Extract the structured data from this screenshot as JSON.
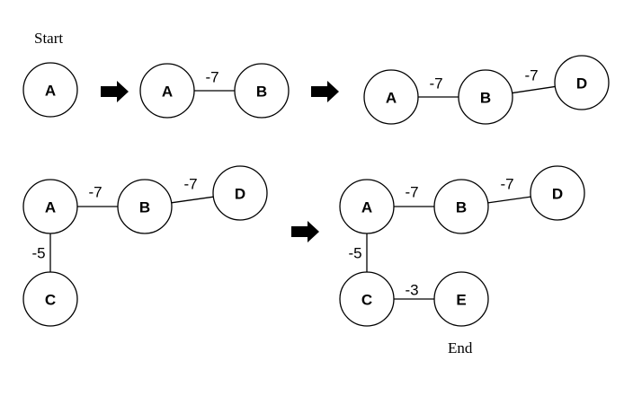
{
  "labels": {
    "start": "Start",
    "end": "End"
  },
  "steps": [
    {
      "id": "step-1",
      "nodes": [
        {
          "id": "A",
          "label": "A"
        }
      ],
      "edges": []
    },
    {
      "id": "step-2",
      "nodes": [
        {
          "id": "A",
          "label": "A"
        },
        {
          "id": "B",
          "label": "B"
        }
      ],
      "edges": [
        {
          "from": "A",
          "to": "B",
          "weight": "-7"
        }
      ]
    },
    {
      "id": "step-3",
      "nodes": [
        {
          "id": "A",
          "label": "A"
        },
        {
          "id": "B",
          "label": "B"
        },
        {
          "id": "D",
          "label": "D"
        }
      ],
      "edges": [
        {
          "from": "A",
          "to": "B",
          "weight": "-7"
        },
        {
          "from": "B",
          "to": "D",
          "weight": "-7"
        }
      ]
    },
    {
      "id": "step-4",
      "nodes": [
        {
          "id": "A",
          "label": "A"
        },
        {
          "id": "B",
          "label": "B"
        },
        {
          "id": "D",
          "label": "D"
        },
        {
          "id": "C",
          "label": "C"
        }
      ],
      "edges": [
        {
          "from": "A",
          "to": "B",
          "weight": "-7"
        },
        {
          "from": "B",
          "to": "D",
          "weight": "-7"
        },
        {
          "from": "A",
          "to": "C",
          "weight": "-5"
        }
      ]
    },
    {
      "id": "step-5",
      "nodes": [
        {
          "id": "A",
          "label": "A"
        },
        {
          "id": "B",
          "label": "B"
        },
        {
          "id": "D",
          "label": "D"
        },
        {
          "id": "C",
          "label": "C"
        },
        {
          "id": "E",
          "label": "E"
        }
      ],
      "edges": [
        {
          "from": "A",
          "to": "B",
          "weight": "-7"
        },
        {
          "from": "B",
          "to": "D",
          "weight": "-7"
        },
        {
          "from": "A",
          "to": "C",
          "weight": "-5"
        },
        {
          "from": "C",
          "to": "E",
          "weight": "-3"
        }
      ]
    }
  ]
}
